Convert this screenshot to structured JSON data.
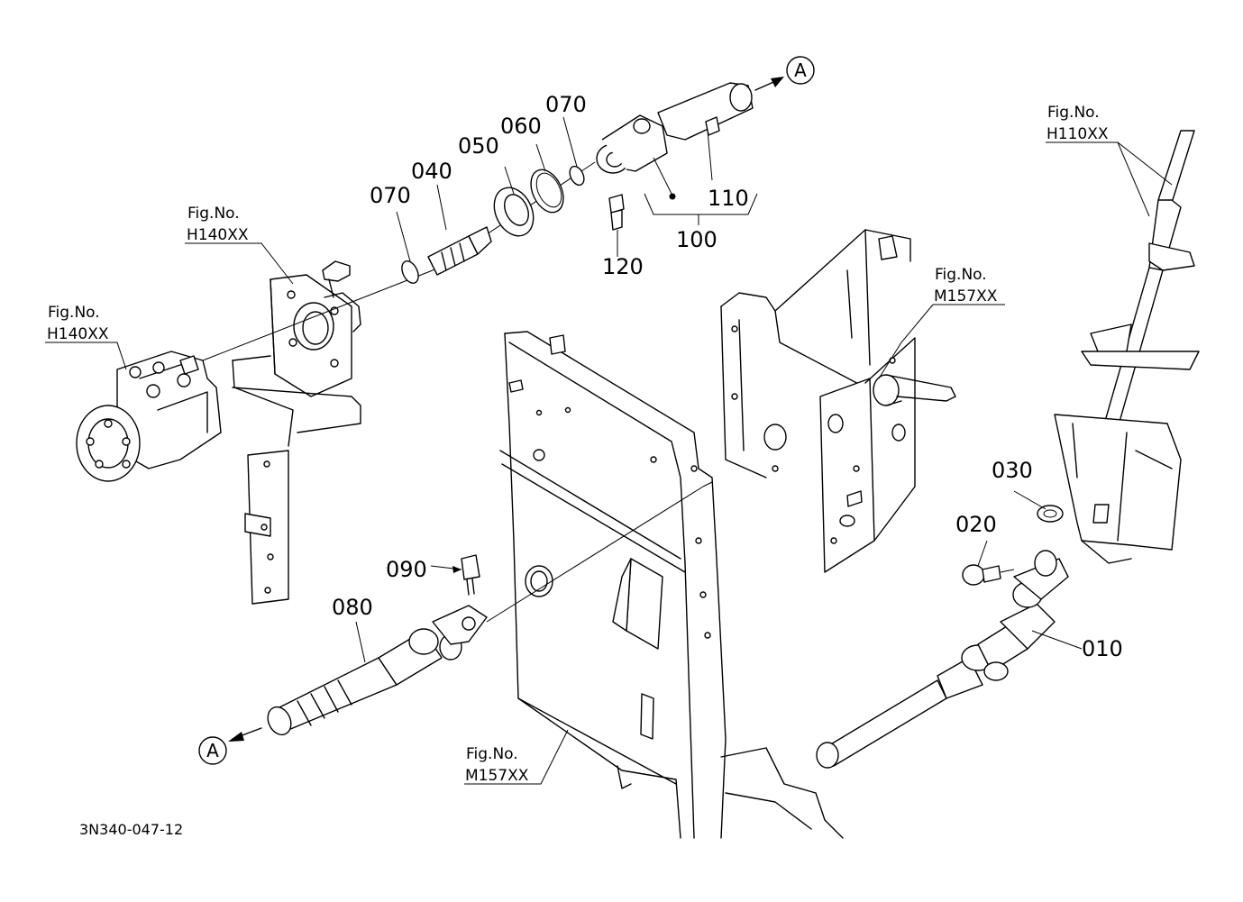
{
  "parts": {
    "p010": "010",
    "p020": "020",
    "p030": "030",
    "p040": "040",
    "p050": "050",
    "p060": "060",
    "p070a": "070",
    "p070b": "070",
    "p080": "080",
    "p090": "090",
    "p100": "100",
    "p110": "110",
    "p120": "120"
  },
  "figure_refs": {
    "fig_label": "Fig.No.",
    "h140_top": "H140XX",
    "h140_left": "H140XX",
    "h110": "H110XX",
    "m157_right": "M157XX",
    "m157_bottom": "M157XX"
  },
  "connector": {
    "top": "A",
    "bottom": "A"
  },
  "drawing_code": "3N340-047-12"
}
